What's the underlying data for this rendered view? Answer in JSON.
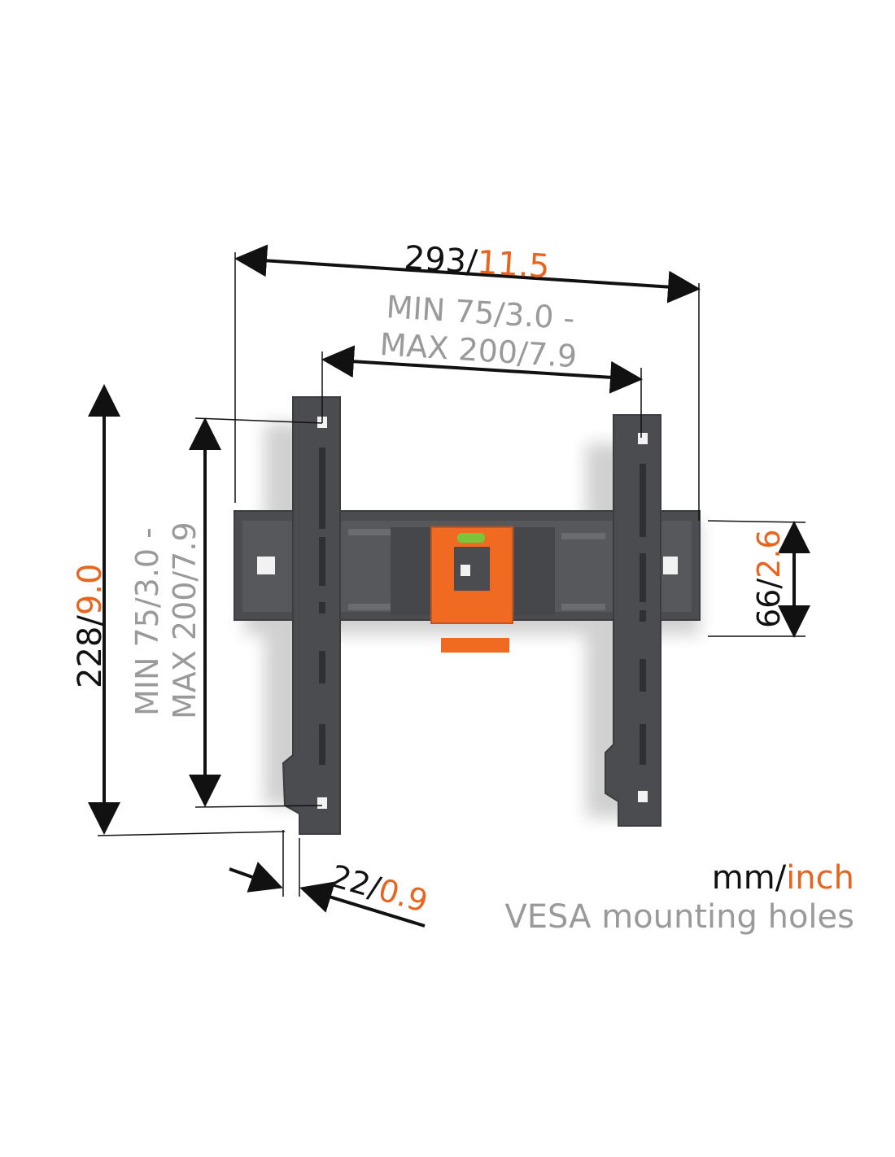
{
  "colors": {
    "black": "#111111",
    "orange": "#e8651f",
    "gray": "#9a9a9a",
    "mount_dark": "#4a4c50",
    "mount_shadow": "#3a3c40",
    "bracket_orange": "#f06a22",
    "level_green": "#7cc43a"
  },
  "dimensions": {
    "width_total": {
      "mm": "293/",
      "inch": "11.5"
    },
    "vesa_horizontal": {
      "line1": {
        "mm": "MIN 75/",
        "inch": "3.0 -"
      },
      "line2": {
        "mm": "MAX 200/",
        "inch": "7.9"
      }
    },
    "height_total": {
      "mm": "228/",
      "inch": "9.0"
    },
    "vesa_vertical": {
      "line1": {
        "mm": "MIN 75/",
        "inch": "3.0 -"
      },
      "line2": {
        "mm": "MAX 200/",
        "inch": "7.9"
      }
    },
    "rail_height": {
      "mm": "66/",
      "inch": "2.6"
    },
    "depth": {
      "mm": "22/",
      "inch": "0.9"
    }
  },
  "legend": {
    "units_mm": "mm/",
    "units_inch": "inch",
    "caption": "VESA mounting holes"
  }
}
